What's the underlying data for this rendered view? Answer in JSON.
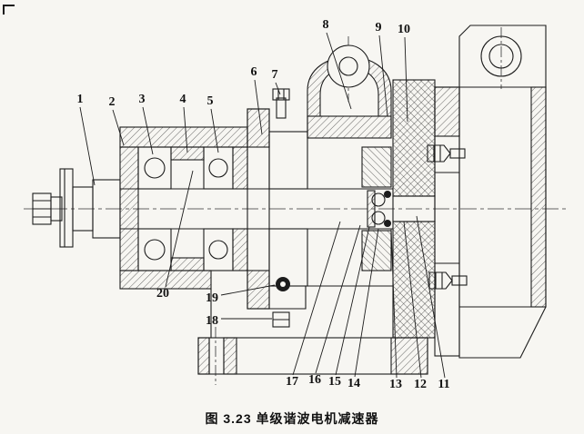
{
  "figure": {
    "caption": "图 3.23  单级谐波电机减速器",
    "part_labels": {
      "top": [
        "1",
        "2",
        "3",
        "4",
        "5",
        "6",
        "7",
        "8",
        "9",
        "10"
      ],
      "bottom_left": [
        "20",
        "19",
        "18"
      ],
      "bottom_right": [
        "17",
        "16",
        "15",
        "14",
        "13",
        "12",
        "11"
      ]
    },
    "colors": {
      "ink": "#1c1c1c",
      "paper": "#f7f6f2"
    }
  }
}
